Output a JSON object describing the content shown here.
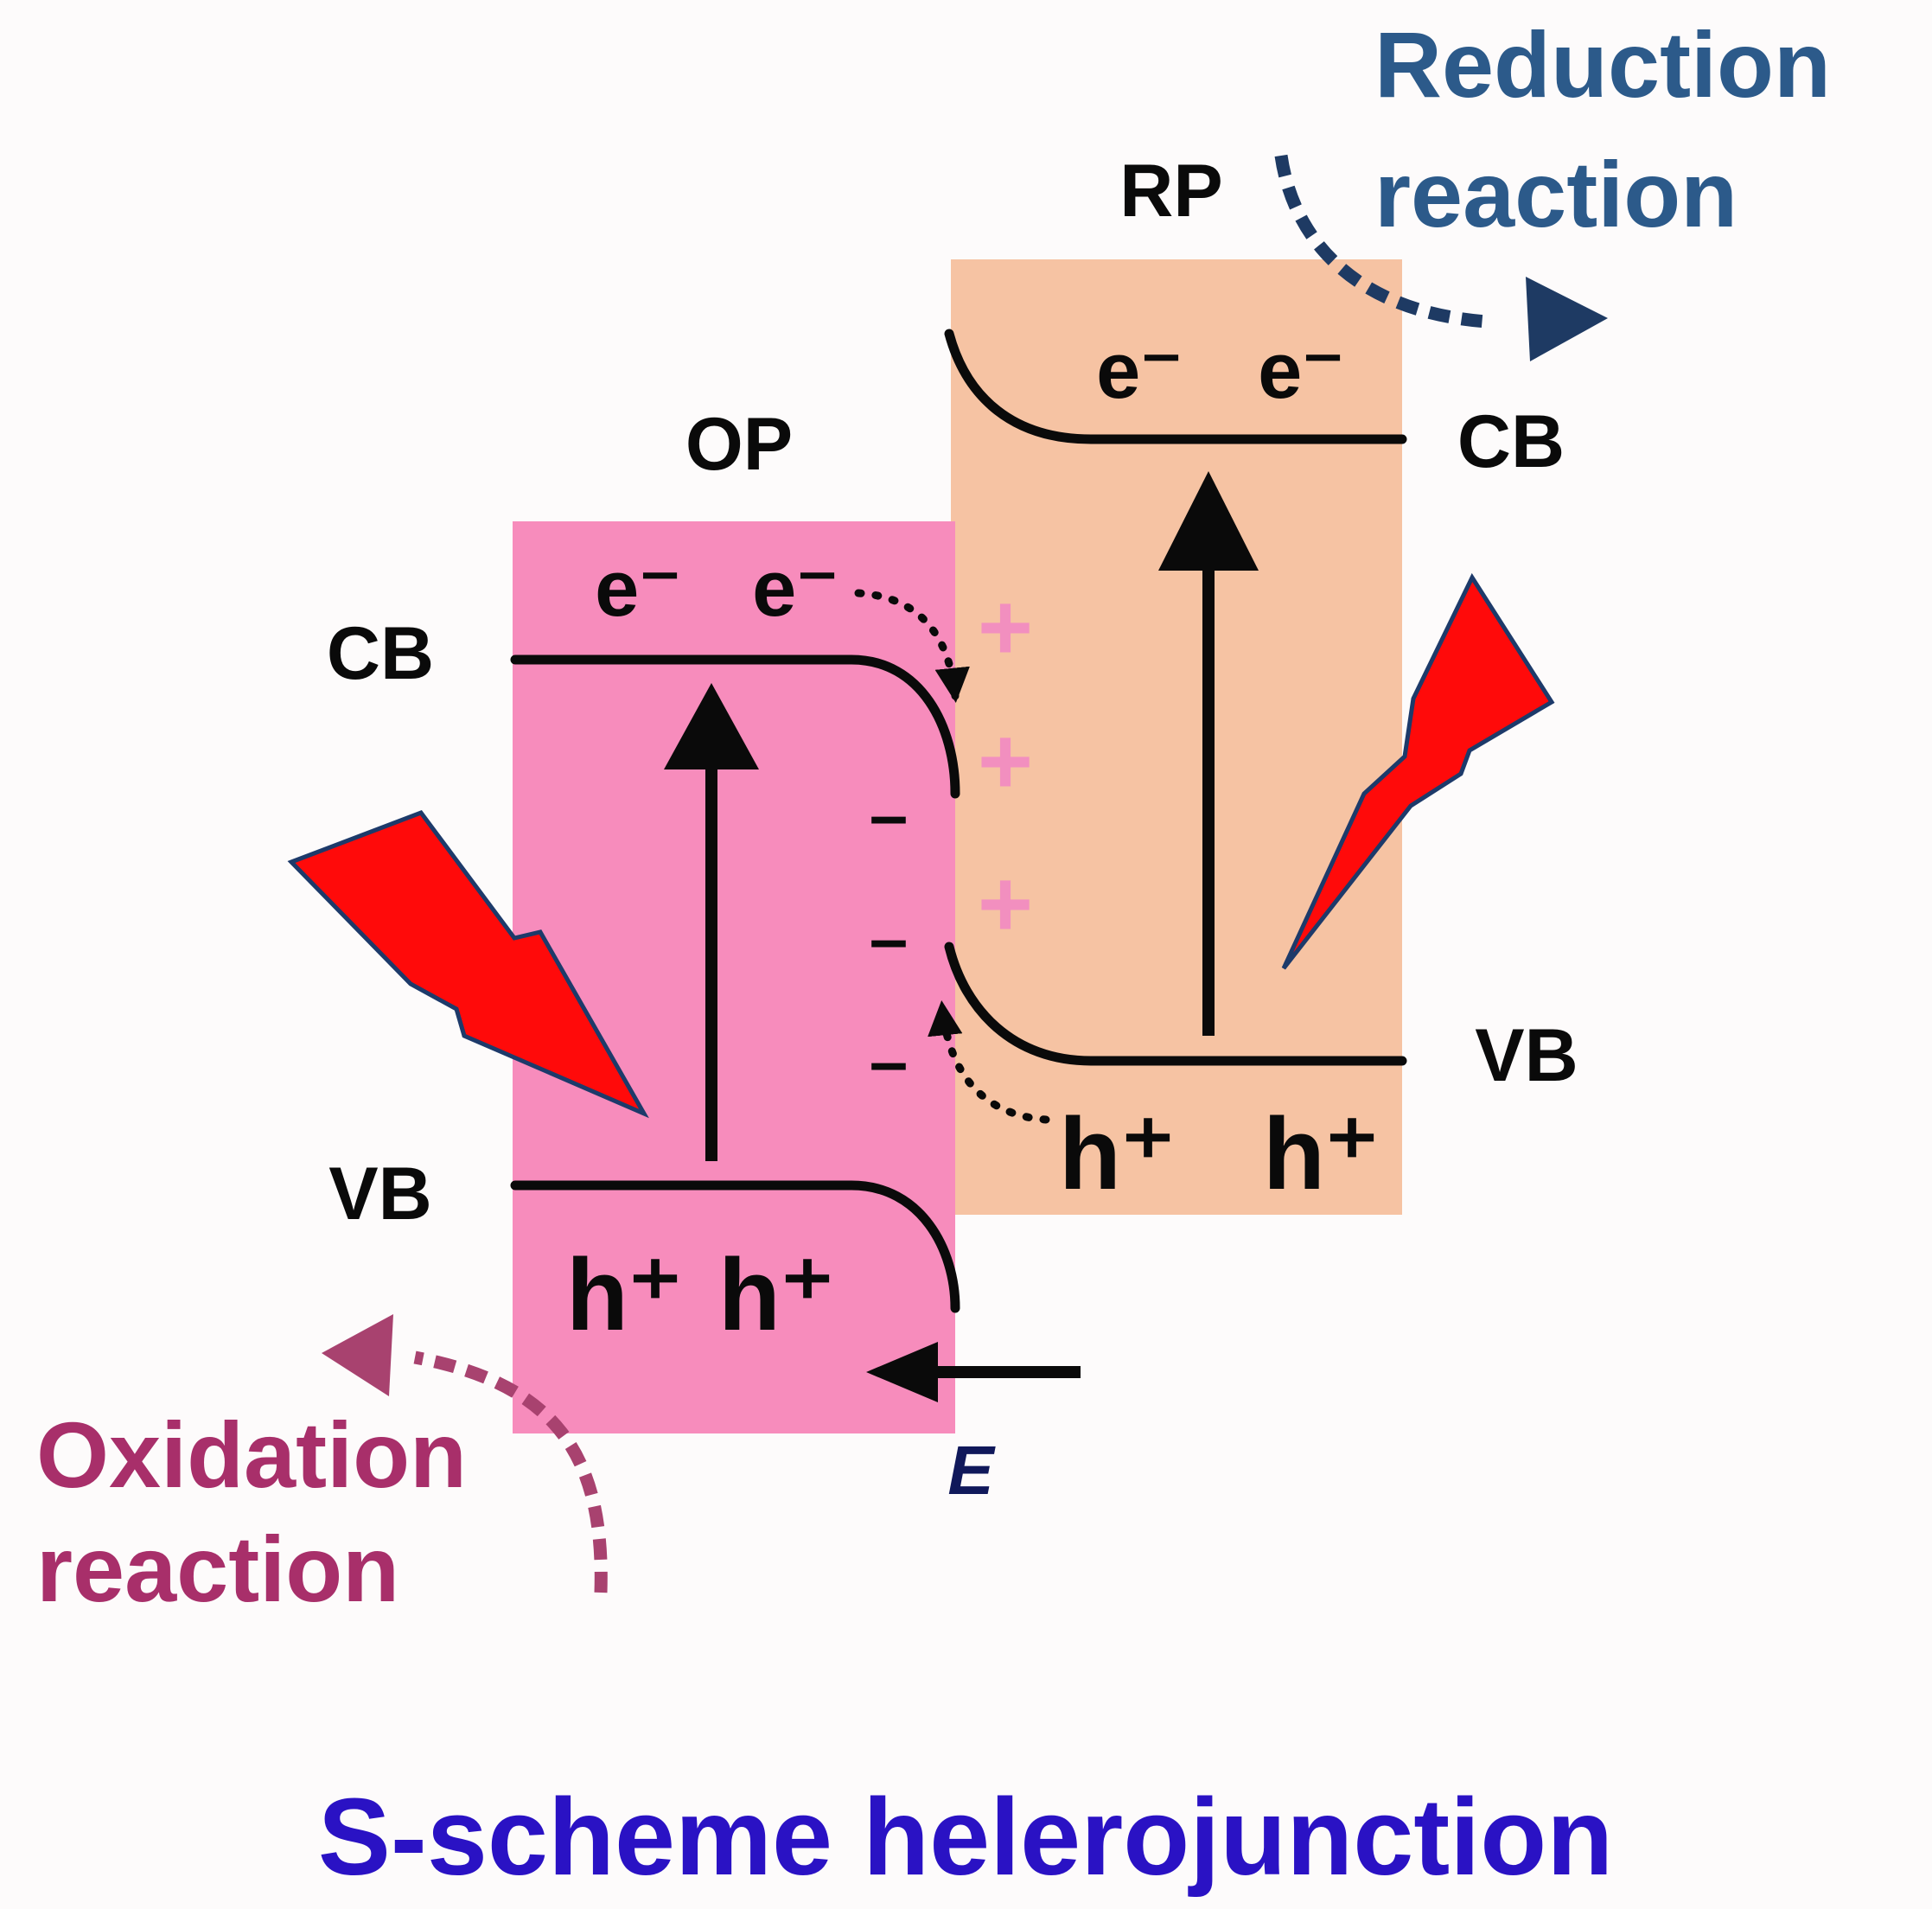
{
  "title": "S-scheme helerojunction",
  "op": {
    "name": "OP",
    "cb_label": "CB",
    "vb_label": "VB",
    "electrons": [
      "e⁻",
      "e⁻"
    ],
    "holes": [
      "h⁺",
      "h⁺"
    ],
    "interface_charges": [
      "–",
      "–",
      "–"
    ],
    "fill": "#f78cbc"
  },
  "rp": {
    "name": "RP",
    "cb_label": "CB",
    "vb_label": "VB",
    "electrons": [
      "e⁻",
      "e⁻"
    ],
    "holes": [
      "h⁺",
      "h⁺"
    ],
    "interface_charges": [
      "+",
      "+",
      "+"
    ],
    "fill": "#f6c3a3"
  },
  "field_label": "E",
  "reduction": [
    "Reduction",
    "reaction"
  ],
  "oxidation": [
    "Oxidation",
    "reaction"
  ],
  "colors": {
    "reduction_text": "#2c5a8a",
    "reduction_arrow": "#1e3a63",
    "oxidation_text": "#a82f6a",
    "oxidation_arrow": "#a8426f",
    "title": "#2a12c4",
    "lightning": "#ff0a0a",
    "lightning_outline": "#1d3a6a",
    "field_label": "#10185a"
  }
}
